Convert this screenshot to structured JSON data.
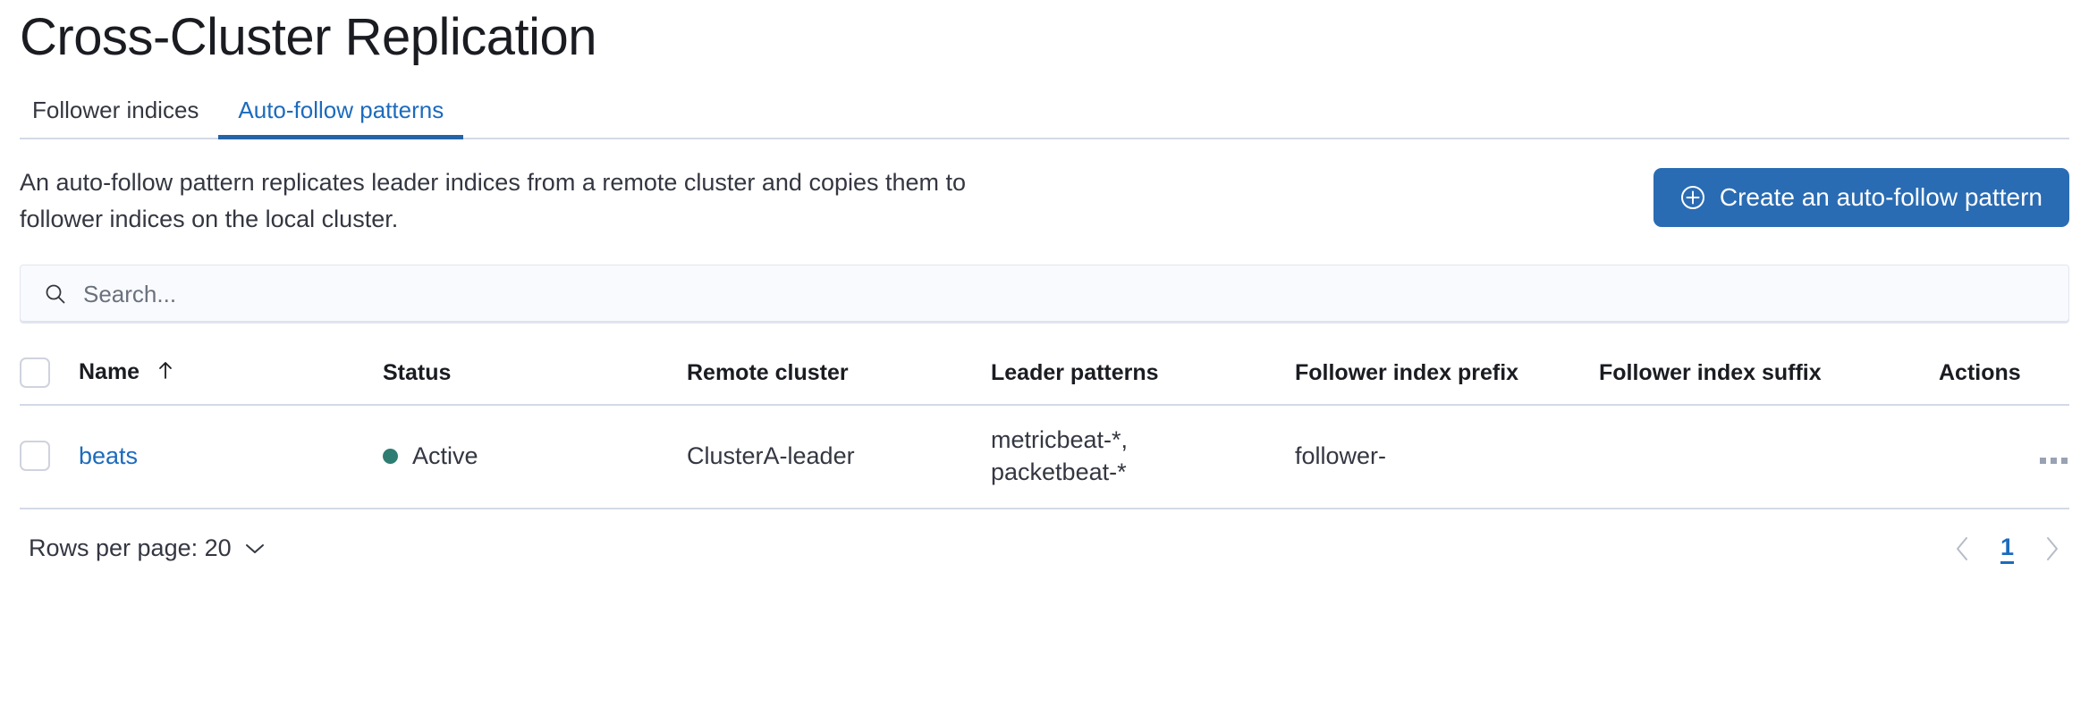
{
  "page": {
    "title": "Cross-Cluster Replication"
  },
  "tabs": [
    {
      "label": "Follower indices",
      "active": false
    },
    {
      "label": "Auto-follow patterns",
      "active": true
    }
  ],
  "intro": {
    "description": "An auto-follow pattern replicates leader indices from a remote cluster and copies them to follower indices on the local cluster.",
    "create_button_label": "Create an auto-follow pattern",
    "create_button_icon": "plus-in-circle-icon",
    "create_button_color": "#2a6cb3"
  },
  "search": {
    "placeholder": "Search...",
    "value": "",
    "icon": "search-icon"
  },
  "table": {
    "columns": [
      "Name",
      "Status",
      "Remote cluster",
      "Leader patterns",
      "Follower index prefix",
      "Follower index suffix",
      "Actions"
    ],
    "sort": {
      "column": "Name",
      "direction": "asc",
      "icon": "arrow-up-icon"
    },
    "rows": [
      {
        "selected": false,
        "name": "beats",
        "status": "Active",
        "status_color": "#2e7d72",
        "remote_cluster": "ClusterA-leader",
        "leader_patterns": "metricbeat-*,\npacketbeat-*",
        "follower_index_prefix": "follower-",
        "follower_index_suffix": "",
        "actions_icon": "ellipsis-horizontal-icon"
      }
    ]
  },
  "footer": {
    "rows_per_page_label": "Rows per page: 20",
    "rows_per_page_icon": "chevron-down-icon",
    "prev_icon": "chevron-left-icon",
    "next_icon": "chevron-right-icon",
    "pages": [
      "1"
    ],
    "current_page": "1"
  }
}
